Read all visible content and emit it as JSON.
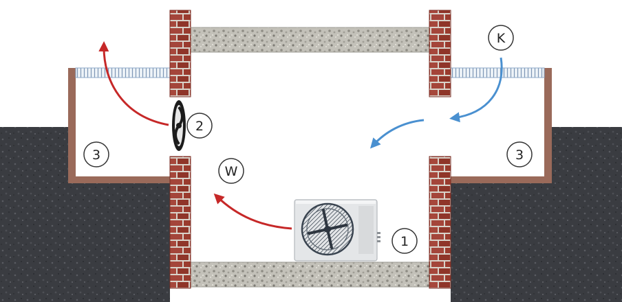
{
  "labels": {
    "unit": "1",
    "fan": "2",
    "shaft_left": "3",
    "shaft_right": "3",
    "warm": "W",
    "cold": "K"
  },
  "colors": {
    "ground": "#3b3d42",
    "brick": "#9a3b2e",
    "mortar": "#d6d1c8",
    "duct_wall": "#9a6a5a",
    "gravel": "#b8b6ae",
    "grate": "#8da8c8",
    "warm_arrow": "#c62828",
    "cold_arrow": "#4a90d0",
    "label_ring": "#333333"
  }
}
